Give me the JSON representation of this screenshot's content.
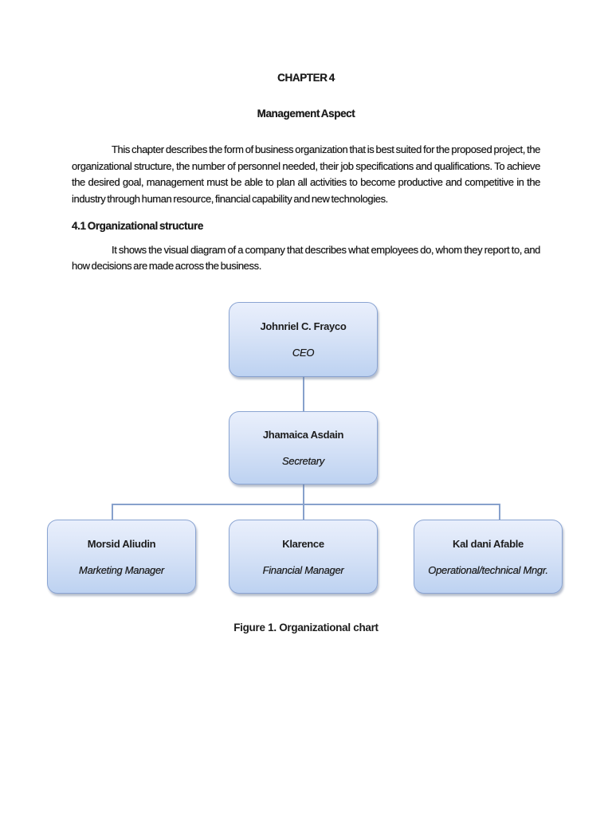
{
  "document": {
    "chapter_heading": "CHAPTER 4",
    "section_title": "Management Aspect",
    "intro_paragraph": "This chapter describes the form of business organization that is best suited for the proposed project, the organizational structure, the number of personnel needed, their job specifications and qualifications. To achieve the desired goal, management must be able to plan all activities to become productive and competitive in the industry through human resource, financial capability and new technologies.",
    "subsection_heading": "4.1 Organizational structure",
    "subsection_paragraph": "It shows the visual diagram of a company that describes what employees do, whom they report to, and how decisions are made across the business.",
    "figure_caption": "Figure 1. Organizational chart"
  },
  "org_chart": {
    "type": "org-chart",
    "nodes": [
      {
        "name": "Johnriel C. Frayco",
        "title": "CEO",
        "reports_to": null
      },
      {
        "name": "Jhamaica Asdain",
        "title": "Secretary",
        "reports_to": "Johnriel C. Frayco"
      },
      {
        "name": "Morsid Aliudin",
        "title": "Marketing Manager",
        "reports_to": "Jhamaica Asdain"
      },
      {
        "name": "Klarence",
        "title": "Financial Manager",
        "reports_to": "Jhamaica Asdain"
      },
      {
        "name": "Kal dani Afable",
        "title": "Operational/technical Mngr.",
        "reports_to": "Jhamaica Asdain"
      }
    ],
    "colors": {
      "box_fill_top": "#e9effc",
      "box_fill_bottom": "#bdd2f1",
      "box_border": "#8aa4d2",
      "connector_line": "#87a1cc"
    }
  }
}
